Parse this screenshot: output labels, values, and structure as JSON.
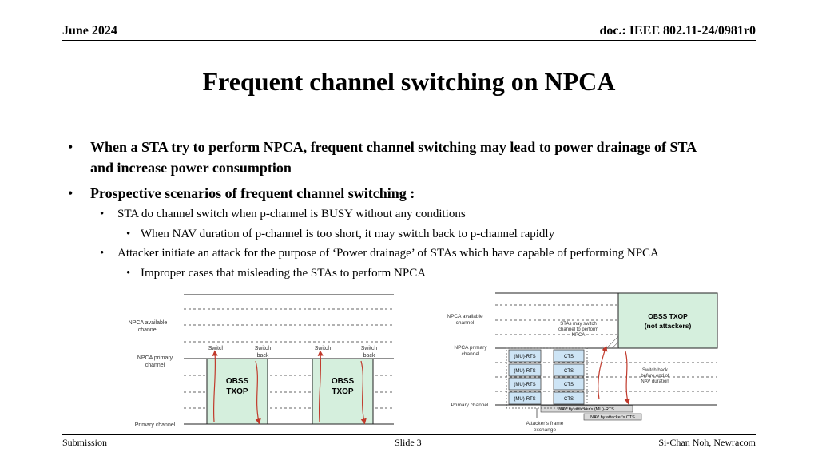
{
  "header": {
    "date": "June 2024",
    "doc_id": "doc.: IEEE 802.11-24/0981r0"
  },
  "title": "Frequent channel switching on NPCA",
  "bullets": {
    "b1": "When a STA try to perform NPCA, frequent channel switching may lead to power drainage of STA and increase power consumption",
    "b2": "Prospective scenarios of frequent channel switching :",
    "b2_1": "STA do channel switch when p-channel is BUSY without any conditions",
    "b2_1_1": "When NAV duration of p-channel is too short, it may switch back to p-channel rapidly",
    "b2_2": "Attacker initiate an attack for the purpose of ‘Power drainage’ of STAs which have capable of performing NPCA",
    "b2_2_1": "Improper cases that misleading the STAs to perform NPCA"
  },
  "left_diagram": {
    "npca_available_l1": "NPCA available",
    "npca_available_l2": "channel",
    "npca_primary_l1": "NPCA primary",
    "npca_primary_l2": "channel",
    "primary_channel": "Primary channel",
    "switch": "Switch",
    "switch_back_l1": "Switch",
    "switch_back_l2": "back",
    "obss_l1": "OBSS",
    "obss_l2": "TXOP"
  },
  "right_diagram": {
    "npca_available_l1": "NPCA available",
    "npca_available_l2": "channel",
    "npca_primary_l1": "NPCA primary",
    "npca_primary_l2": "channel",
    "primary_channel": "Primary channel",
    "obss_l1": "OBSS TXOP",
    "obss_l2": "(not attackers)",
    "note_may_switch_l1": "STAs may switch",
    "note_may_switch_l2": "channel to perform",
    "note_may_switch_l3": "NPCA",
    "note_switch_back_l1": "Switch back",
    "note_switch_back_l2": "before end of",
    "note_switch_back_l3": "NAV duration",
    "rts": "(MU)-RTS",
    "cts": "CTS",
    "nav_rts": "NAV by attacker's (MU)-RTS",
    "nav_cts": "NAV by attacker's CTS",
    "attacker_l1": "Attacker's frame",
    "attacker_l2": "exchange"
  },
  "footer": {
    "left": "Submission",
    "center": "Slide 3",
    "right": "Si-Chan Noh, Newracom"
  },
  "colors": {
    "obss_fill": "#d5efdd",
    "frame_fill": "#cde4f5",
    "arrow": "#c0392b",
    "nav_fill": "#d9d9d9"
  }
}
